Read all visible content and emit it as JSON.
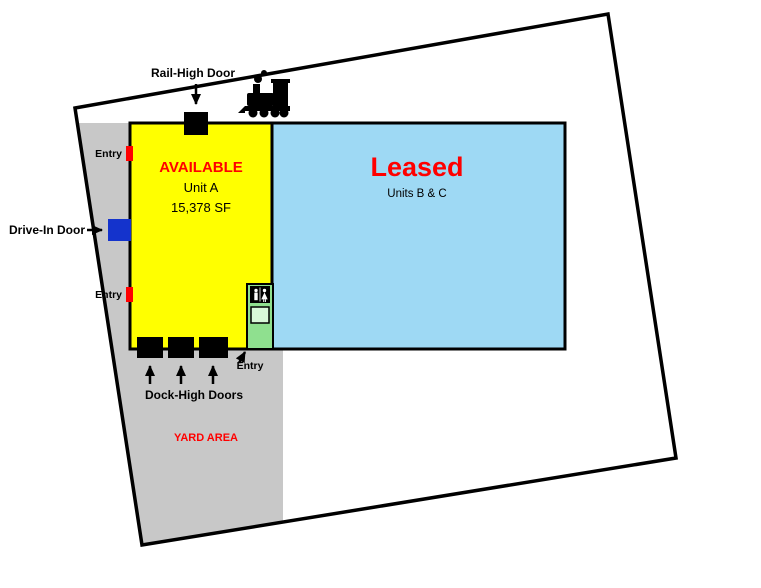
{
  "site_plan": {
    "units": {
      "unit_a": {
        "status": "AVAILABLE",
        "name": "Unit A",
        "area": "15,378 SF"
      },
      "units_bc": {
        "status": "Leased",
        "name": "Units B & C"
      }
    },
    "labels": {
      "rail_high_door": "Rail-High Door",
      "drive_in_door": "Drive-In Door",
      "entry_upper": "Entry",
      "entry_lower": "Entry",
      "entry_restroom": "Entry",
      "dock_high_doors": "Dock-High Doors",
      "yard_area": "YARD AREA"
    },
    "colors": {
      "unit_a_fill": "#FFFF00",
      "units_bc_fill": "#9ED9F4",
      "yard_fill": "#C8C8C8",
      "label_red": "#FF0000",
      "entry_marker_red": "#FF0000",
      "drive_in_door_blue": "#1433CC",
      "restroom_area_green": "#8FE08F",
      "restroom_inner_green": "#D8F8D8",
      "door_black": "#000000"
    },
    "icons": {
      "train": "locomotive-icon",
      "restroom": "restroom-icon"
    }
  }
}
